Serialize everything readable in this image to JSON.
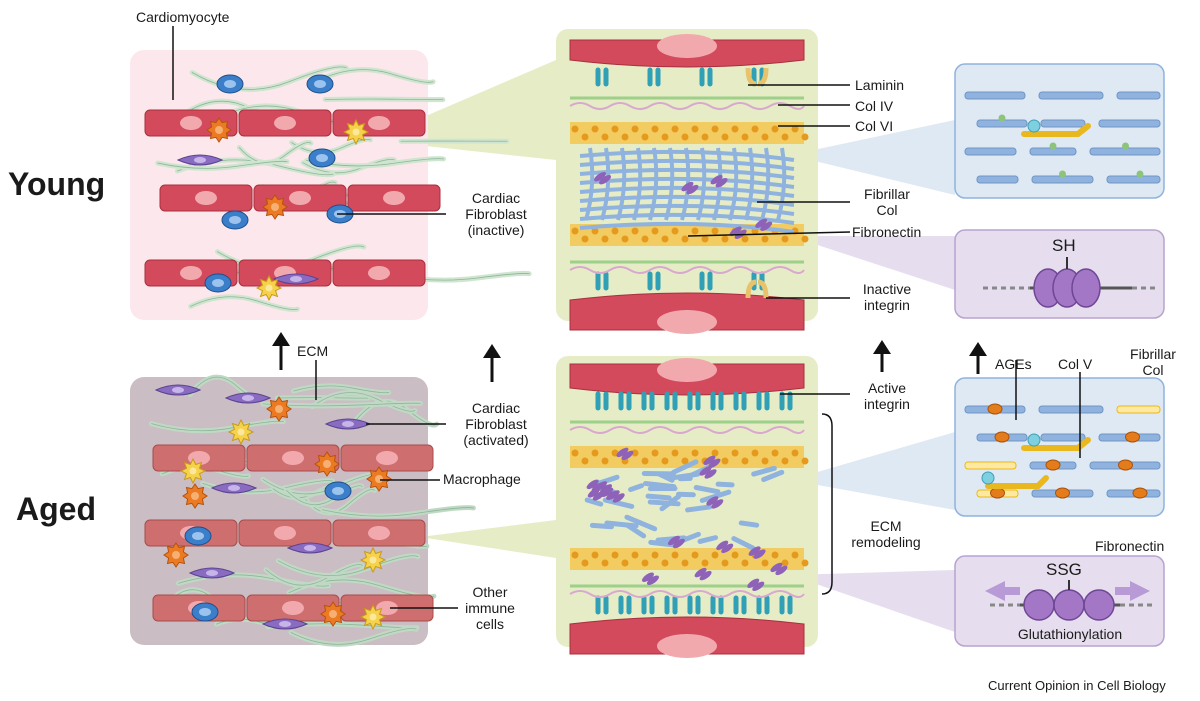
{
  "rows": {
    "young": "Young",
    "aged": "Aged"
  },
  "labels": {
    "cardiomyocyte": "Cardiomyocyte",
    "fibroblast_inactive": [
      "Cardiac",
      "Fibroblast",
      "(inactive)"
    ],
    "ecm": "ECM",
    "fibroblast_activated": [
      "Cardiac",
      "Fibroblast",
      "(activated)"
    ],
    "macrophage": "Macrophage",
    "other_immune": [
      "Other",
      "immune",
      "cells"
    ],
    "laminin": "Laminin",
    "col_iv": "Col IV",
    "col_vi": "Col VI",
    "fibrillar_col": [
      "Fibrillar",
      "Col"
    ],
    "fibronectin": "Fibronectin",
    "inactive_integrin": [
      "Inactive",
      "integrin"
    ],
    "active_integrin": [
      "Active",
      "integrin"
    ],
    "ecm_remodeling": [
      "ECM",
      "remodeling"
    ],
    "ages": "AGEs",
    "col_v": "Col V",
    "fibrillar_col_right": [
      "Fibrillar",
      "Col"
    ],
    "fibronectin_right": "Fibronectin",
    "sh": "SH",
    "ssg": "SSG",
    "glutathionylation": "Glutathionylation"
  },
  "credit": "Current Opinion in Cell Biology",
  "colors": {
    "young_tissue_bg": "#fce8ec",
    "aged_tissue_bg": "#cabdc3",
    "ecm_panel_bg": "#e6edc6",
    "fiber_panel_bg": "#dfe9f3",
    "fn_panel_bg": "#e6deee",
    "cardiomyocyte_young": "#d24a5c",
    "cardiomyocyte_aged": "#cf6e6e",
    "nucleus": "#f2a9ae",
    "collagen_fiber": "#8fb3de",
    "fibronectin": "#8e62b8",
    "integrin": "#2fa0b6",
    "ecm_fiber": "#cfe5cf",
    "orange_cell": "#ec7a22",
    "yellow_cell": "#f6d14a",
    "age_orange": "#e57c1c"
  }
}
